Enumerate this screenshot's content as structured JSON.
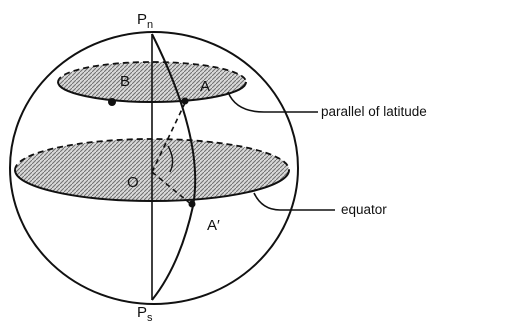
{
  "labels": {
    "north_pole": "P",
    "north_pole_sub": "n",
    "south_pole": "P",
    "south_pole_sub": "s",
    "point_b": "B",
    "point_a": "A",
    "center": "O",
    "point_a_prime": "A′",
    "parallel_of_latitude": "parallel of latitude",
    "equator": "equator"
  },
  "colors": {
    "ink": "#111111",
    "shade": "#8a8a8a",
    "background": "#ffffff"
  }
}
